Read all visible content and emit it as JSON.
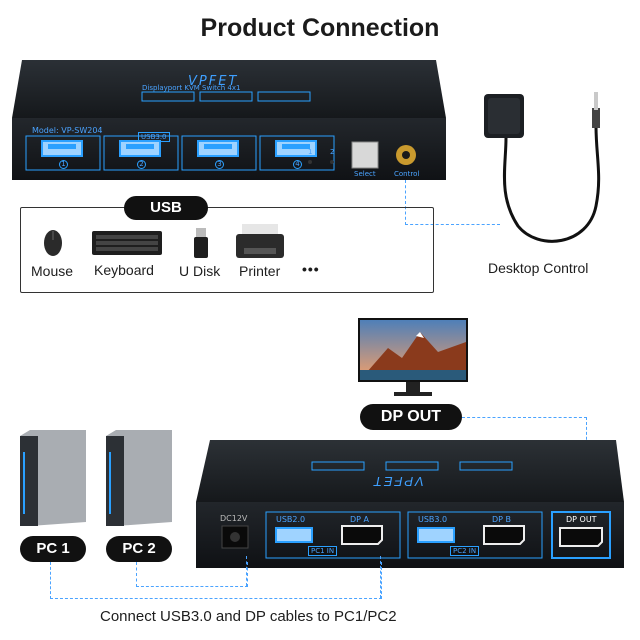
{
  "title": "Product Connection",
  "top_switch": {
    "brand": "VPFET",
    "subtitle": "Displayport KVM Switch 4x1",
    "model": "Model: VP-SW204",
    "usb_badge": "USB3.0",
    "port_numbers": [
      "1",
      "2",
      "3",
      "4"
    ],
    "indicators": [
      "1",
      "2"
    ],
    "select_label": "Select",
    "control_label": "Control"
  },
  "usb_section": {
    "badge": "USB",
    "devices": [
      {
        "label": "Mouse",
        "icon": "mouse-icon"
      },
      {
        "label": "Keyboard",
        "icon": "keyboard-icon"
      },
      {
        "label": "U Disk",
        "icon": "usb-drive-icon"
      },
      {
        "label": "Printer",
        "icon": "printer-icon"
      }
    ],
    "more": "•••"
  },
  "desktop_control": {
    "label": "Desktop Control"
  },
  "monitor": {
    "badge": "DP OUT"
  },
  "pcs": [
    {
      "label": "PC 1"
    },
    {
      "label": "PC 2"
    }
  ],
  "bottom_switch": {
    "brand": "VPFET",
    "power_label": "DC12V",
    "groups": [
      {
        "usb_label": "USB2.0",
        "dp_label": "DP A",
        "in_label": "PC1 IN"
      },
      {
        "usb_label": "USB3.0",
        "dp_label": "DP B",
        "in_label": "PC2 IN"
      }
    ],
    "dp_out_label": "DP OUT"
  },
  "caption": "Connect USB3.0 and DP cables to PC1/PC2",
  "colors": {
    "accent": "#2aa0ff",
    "device_body": "#1f2328",
    "pill": "#111111"
  }
}
